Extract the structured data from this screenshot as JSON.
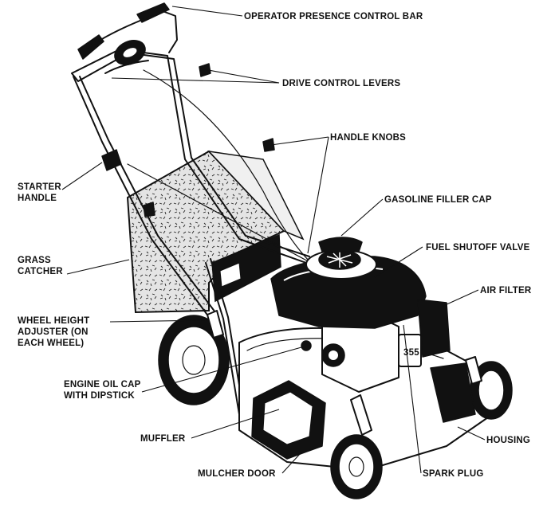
{
  "labels": {
    "operator_presence_control_bar": "OPERATOR PRESENCE CONTROL BAR",
    "drive_control_levers": "DRIVE CONTROL LEVERS",
    "handle_knobs": "HANDLE KNOBS",
    "starter_handle_1": "STARTER",
    "starter_handle_2": "HANDLE",
    "gasoline_filler_cap": "GASOLINE FILLER CAP",
    "grass_catcher_1": "GRASS",
    "grass_catcher_2": "CATCHER",
    "fuel_shutoff_valve": "FUEL SHUTOFF VALVE",
    "air_filter": "AIR FILTER",
    "wheel_height_1": "WHEEL HEIGHT",
    "wheel_height_2": "ADJUSTER (ON",
    "wheel_height_3": "EACH WHEEL)",
    "engine_oil_cap_1": "ENGINE OIL CAP",
    "engine_oil_cap_2": "WITH DIPSTICK",
    "muffler": "MUFFLER",
    "housing": "HOUSING",
    "mulcher_door": "MULCHER DOOR",
    "spark_plug": "SPARK PLUG"
  },
  "colors": {
    "ink": "#111111",
    "paper": "#ffffff",
    "catcher_fill": "#d9d9d9"
  },
  "engine_badge": "355"
}
